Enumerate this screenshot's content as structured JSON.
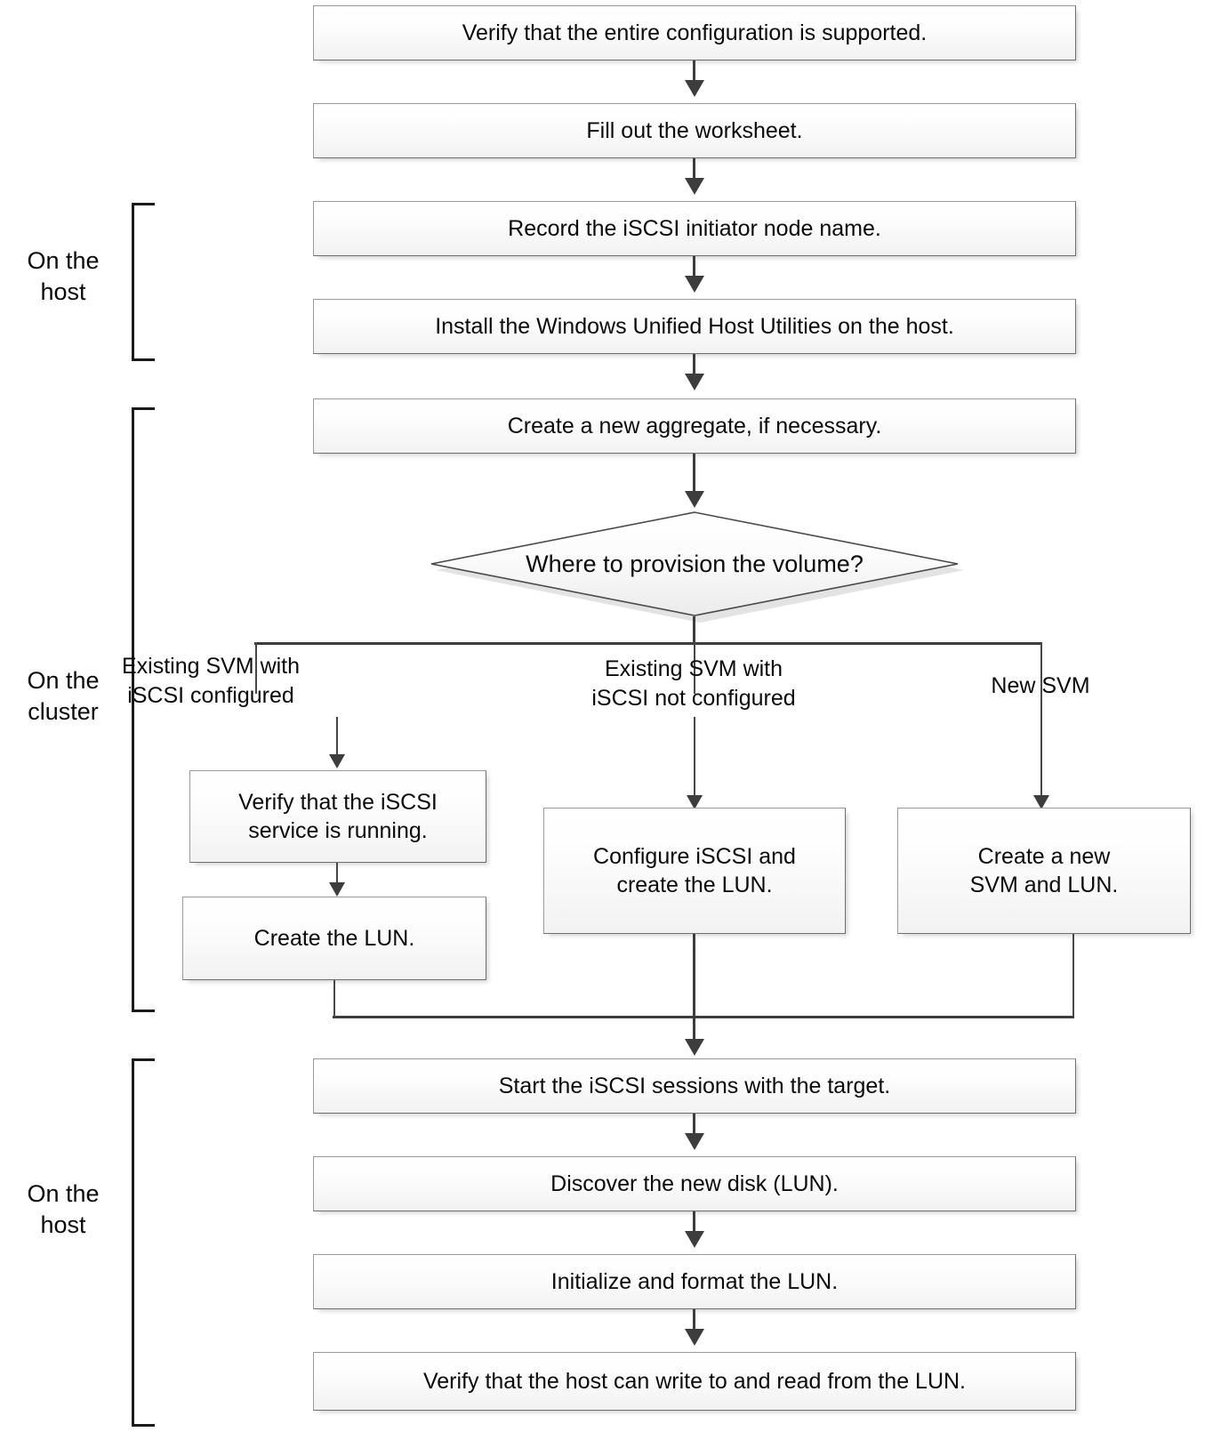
{
  "diagram": {
    "title": "iSCSI configuration workflow for Windows host",
    "type": "flowchart",
    "colors": {
      "box_border": "#9a9a9a",
      "box_fill_top": "#ffffff",
      "box_fill_bottom": "#f2f2f2",
      "connector": "#3d3d3d",
      "bracket": "#1a1a1a",
      "text": "#0b0b0b"
    }
  },
  "groups": [
    {
      "id": "host-top",
      "label": "On the\nhost"
    },
    {
      "id": "cluster",
      "label": "On the\ncluster"
    },
    {
      "id": "host-bottom",
      "label": "On the\nhost"
    }
  ],
  "nodes": {
    "verify_config": "Verify that the entire configuration is supported.",
    "fill_worksheet": "Fill out the worksheet.",
    "record_initiator": "Record the iSCSI initiator node name.",
    "install_utilities": "Install the Windows Unified Host Utilities on the host.",
    "create_aggregate": "Create a new aggregate, if necessary.",
    "decision_provision": "Where to provision the volume?",
    "verify_service": "Verify that the iSCSI\nservice is running.",
    "create_lun": "Create the LUN.",
    "configure_iscsi_create_lun": "Configure iSCSI and\ncreate the LUN.",
    "create_svm_lun": "Create a new\nSVM and LUN.",
    "start_sessions": "Start the iSCSI sessions with the target.",
    "discover_disk": "Discover the new disk (LUN).",
    "initialize_format": "Initialize and format the LUN.",
    "verify_read_write": "Verify that the host can write to and read from the LUN."
  },
  "branch_labels": {
    "left": "Existing SVM with\niSCSI configured",
    "middle": "Existing SVM with\niSCSI not configured",
    "right": "New SVM"
  }
}
